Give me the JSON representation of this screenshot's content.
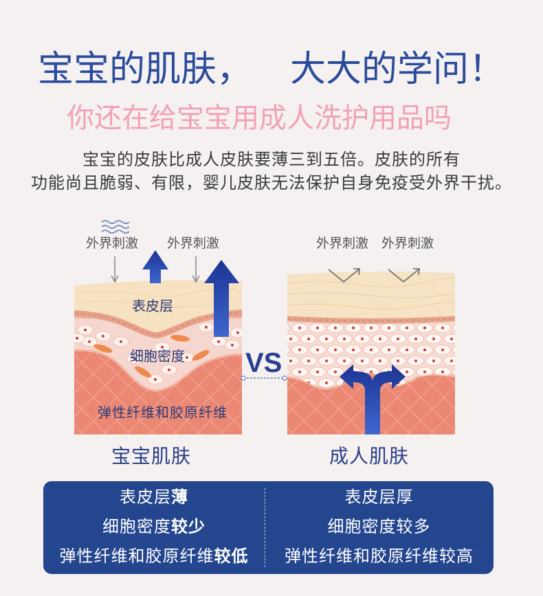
{
  "colors": {
    "background": "#f4f1f0",
    "title": "#2b4b9b",
    "subtitle": "#f2a2b5",
    "text": "#3a3a3a",
    "table_background": "#24468f",
    "arrow_blue": "#2a4aa6",
    "dermis": "#eb8873",
    "epidermis": "#f6e2c1"
  },
  "header": {
    "title_part1": "宝宝的肌肤，",
    "title_part2": "大大的学问！",
    "subtitle": "你还在给宝宝用成人洗护用品吗",
    "intro_lines": [
      "宝宝的皮肤比成人皮肤要薄三到五倍。皮肤的所有",
      "功能尚且脆弱、有限，婴儿皮肤无法保护自身免疫受外界干扰。"
    ]
  },
  "comparison": {
    "baby": {
      "stimulus_labels": [
        "外界刺激",
        "外界刺激"
      ],
      "layer_labels": {
        "epidermis": "表皮层",
        "cell_density": "细胞密度",
        "fibers": "弹性纤维和胶原纤维"
      },
      "caption": "宝宝肌肤"
    },
    "vs_label": "VS",
    "adult": {
      "stimulus_labels": [
        "外界刺激",
        "外界刺激"
      ],
      "caption": "成人肌肤"
    }
  },
  "icons": [
    "wave-icon",
    "arrow-down-icon",
    "arrow-up-icon",
    "deflect-arrow-icon",
    "split-arrow-icon"
  ],
  "table": {
    "baby_rows": [
      {
        "text": "表皮层",
        "emphasis": "薄"
      },
      {
        "text": "细胞密度",
        "emphasis": "较少"
      },
      {
        "text": "弹性纤维和胶原纤维",
        "emphasis": "较低"
      }
    ],
    "adult_rows": [
      "表皮层厚",
      "细胞密度较多",
      "弹性纤维和胶原纤维较高"
    ]
  }
}
